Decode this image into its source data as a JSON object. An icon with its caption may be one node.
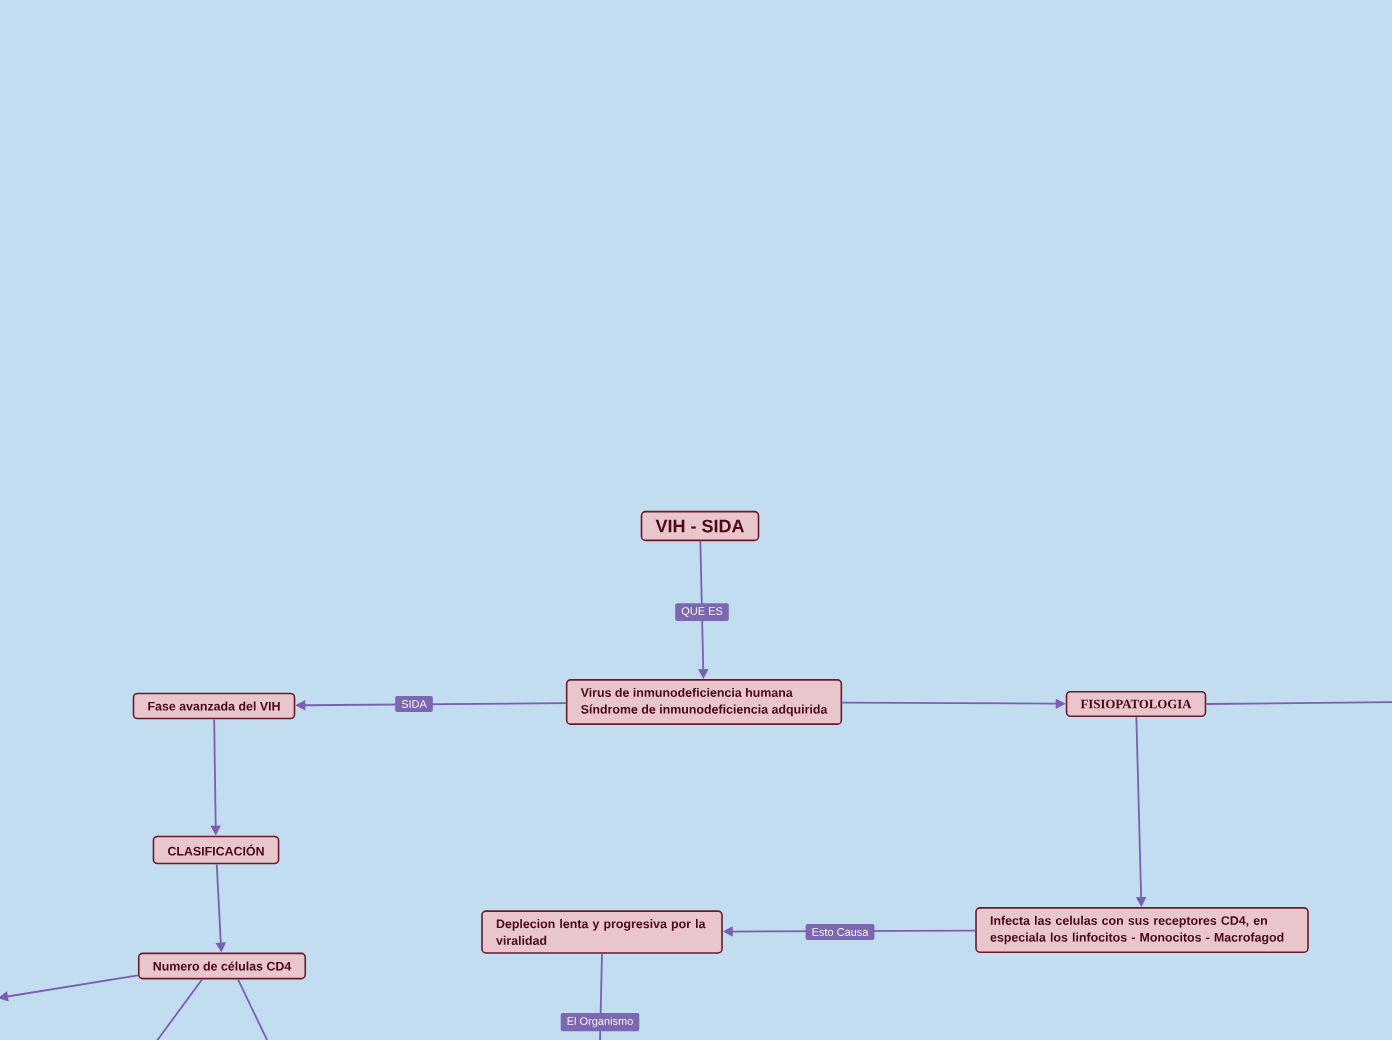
{
  "diagram": {
    "nodes": [
      {
        "text": [
          "VIH - SIDA"
        ]
      },
      {
        "text": [
          "Virus de inmunodeficiencia humana",
          "Síndrome de inmunodeficiencia adquirida"
        ]
      },
      {
        "text": [
          "Fase avanzada del VIH"
        ]
      },
      {
        "text": [
          "CLASIFICACIÓN"
        ]
      },
      {
        "text": [
          "Numero de células CD4"
        ]
      },
      {
        "text": [
          "FISIOPATOLOGIA"
        ]
      },
      {
        "text": [
          "Infecta las celulas con sus receptores CD4, en especiala los linfocitos - Monocitos - Macrofagod"
        ]
      },
      {
        "text": [
          "Deplecion lenta y progresiva por la viralidad"
        ]
      }
    ],
    "edges": [
      {
        "from": 0,
        "to": 1,
        "arrow": "to",
        "label": "QUE ES"
      },
      {
        "from": 1,
        "to": 2,
        "arrow": "to",
        "label": "SIDA"
      },
      {
        "from": 1,
        "to": 5,
        "arrow": "to"
      },
      {
        "from": 2,
        "to": 3,
        "arrow": "to"
      },
      {
        "from": 3,
        "to": 4,
        "arrow": "to"
      },
      {
        "from": 5,
        "to": 6,
        "arrow": "to"
      },
      {
        "from": 6,
        "to": 7,
        "arrow": "to",
        "label": "Esto Causa"
      },
      {
        "from": 7,
        "to": null,
        "arrow": "none",
        "label": "El Organismo"
      },
      {
        "from": 4,
        "to": null,
        "arrow": "to"
      },
      {
        "from": 4,
        "to": null,
        "arrow": "none"
      },
      {
        "from": 4,
        "to": null,
        "arrow": "none"
      },
      {
        "from": 5,
        "to": null,
        "arrow": "none"
      }
    ]
  }
}
